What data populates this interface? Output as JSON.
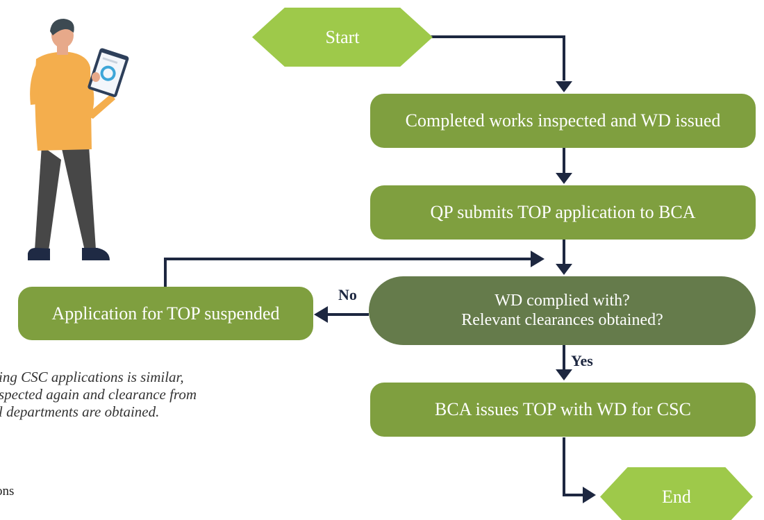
{
  "nodes": {
    "start": "Start",
    "inspect": "Completed works inspected and WD issued",
    "submit": "QP submits TOP application to BCA",
    "decision_line1": "WD complied with?",
    "decision_line2": "Relevant clearances obtained?",
    "suspended": "Application for TOP suspended",
    "issue": "BCA issues TOP with WD for CSC",
    "end": "End"
  },
  "edge_labels": {
    "no": "No",
    "yes": "Yes"
  },
  "note": {
    "line1": "ing CSC applications is similar,",
    "line2": "spected again and clearance from",
    "line3": "l departments are obtained."
  },
  "footer_text": "ons",
  "colors": {
    "process_fill": "#7f9f3f",
    "terminal_fill": "#9ec94a",
    "decision_fill": "#657b4b",
    "connector": "#1d2740",
    "person_shirt": "#f4ae4d",
    "person_pants": "#474747",
    "person_hair": "#3d4a52"
  },
  "icons": {
    "illustration": "person-with-clipboard-icon"
  }
}
